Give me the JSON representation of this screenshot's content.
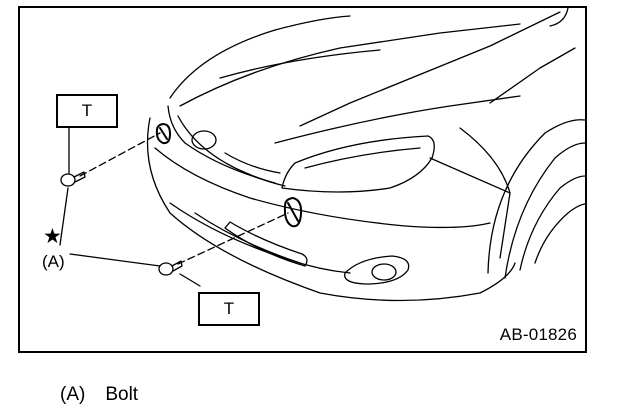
{
  "callouts": {
    "torque_top": "T",
    "torque_bottom": "T",
    "star_mark": "★",
    "part_a": "(A)"
  },
  "figure_id": "AB-01826",
  "legend": {
    "key": "(A)",
    "label": "Bolt"
  }
}
